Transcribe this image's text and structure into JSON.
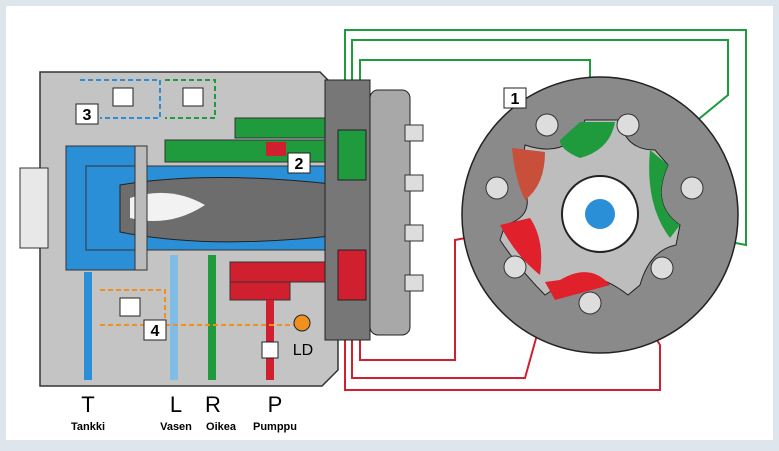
{
  "callouts": {
    "one": "1",
    "two": "2",
    "three": "3",
    "four": "4"
  },
  "ld_label": "LD",
  "ports": [
    {
      "letter": "T",
      "name": "Tankki"
    },
    {
      "letter": "L",
      "name": "Vasen"
    },
    {
      "letter": "R",
      "name": "Oikea"
    },
    {
      "letter": "P",
      "name": "Pumppu"
    }
  ],
  "colors": {
    "green": "#1f9a3c",
    "red": "#e0202a",
    "blue": "#2a8fd6",
    "housing": "#c4c4c4",
    "disc": "#8a8a8a"
  }
}
